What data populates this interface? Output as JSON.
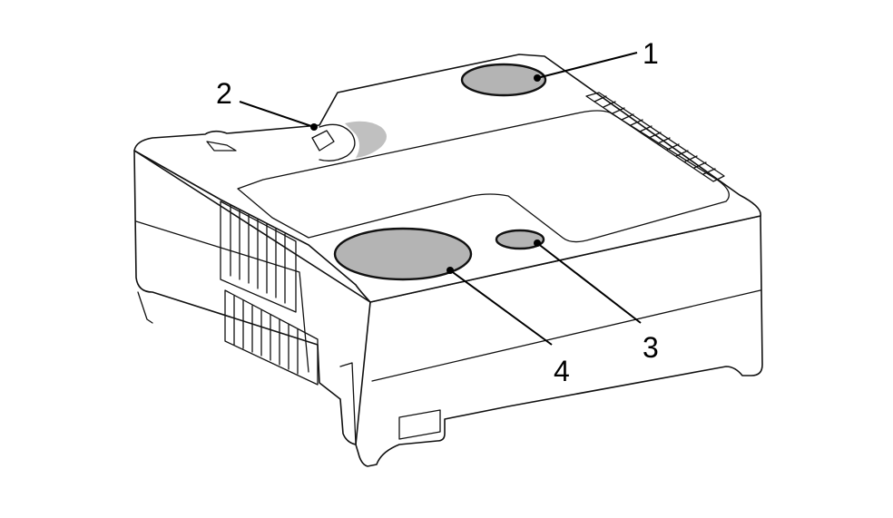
{
  "callouts": [
    {
      "id": "1",
      "text": "1"
    },
    {
      "id": "2",
      "text": "2"
    },
    {
      "id": "3",
      "text": "3"
    },
    {
      "id": "4",
      "text": "4"
    }
  ],
  "colors": {
    "marker_fill": "#b4b4b4",
    "outline": "#111111",
    "background": "#ffffff"
  }
}
